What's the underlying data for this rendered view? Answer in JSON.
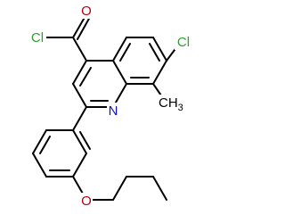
{
  "colors": {
    "bond": "#000000",
    "background": "#ffffff",
    "O": "#b8000d",
    "N": "#0f10b8",
    "Cl": "#2e9e2e",
    "C": "#000000"
  },
  "molecule": {
    "atom_labels": {
      "Cl_acyl": "Cl",
      "O_carbonyl": "O",
      "Cl_ring": "Cl",
      "N_ring": "N",
      "methyl": "CH",
      "methyl_sub": "3",
      "O_ether": "O"
    }
  }
}
